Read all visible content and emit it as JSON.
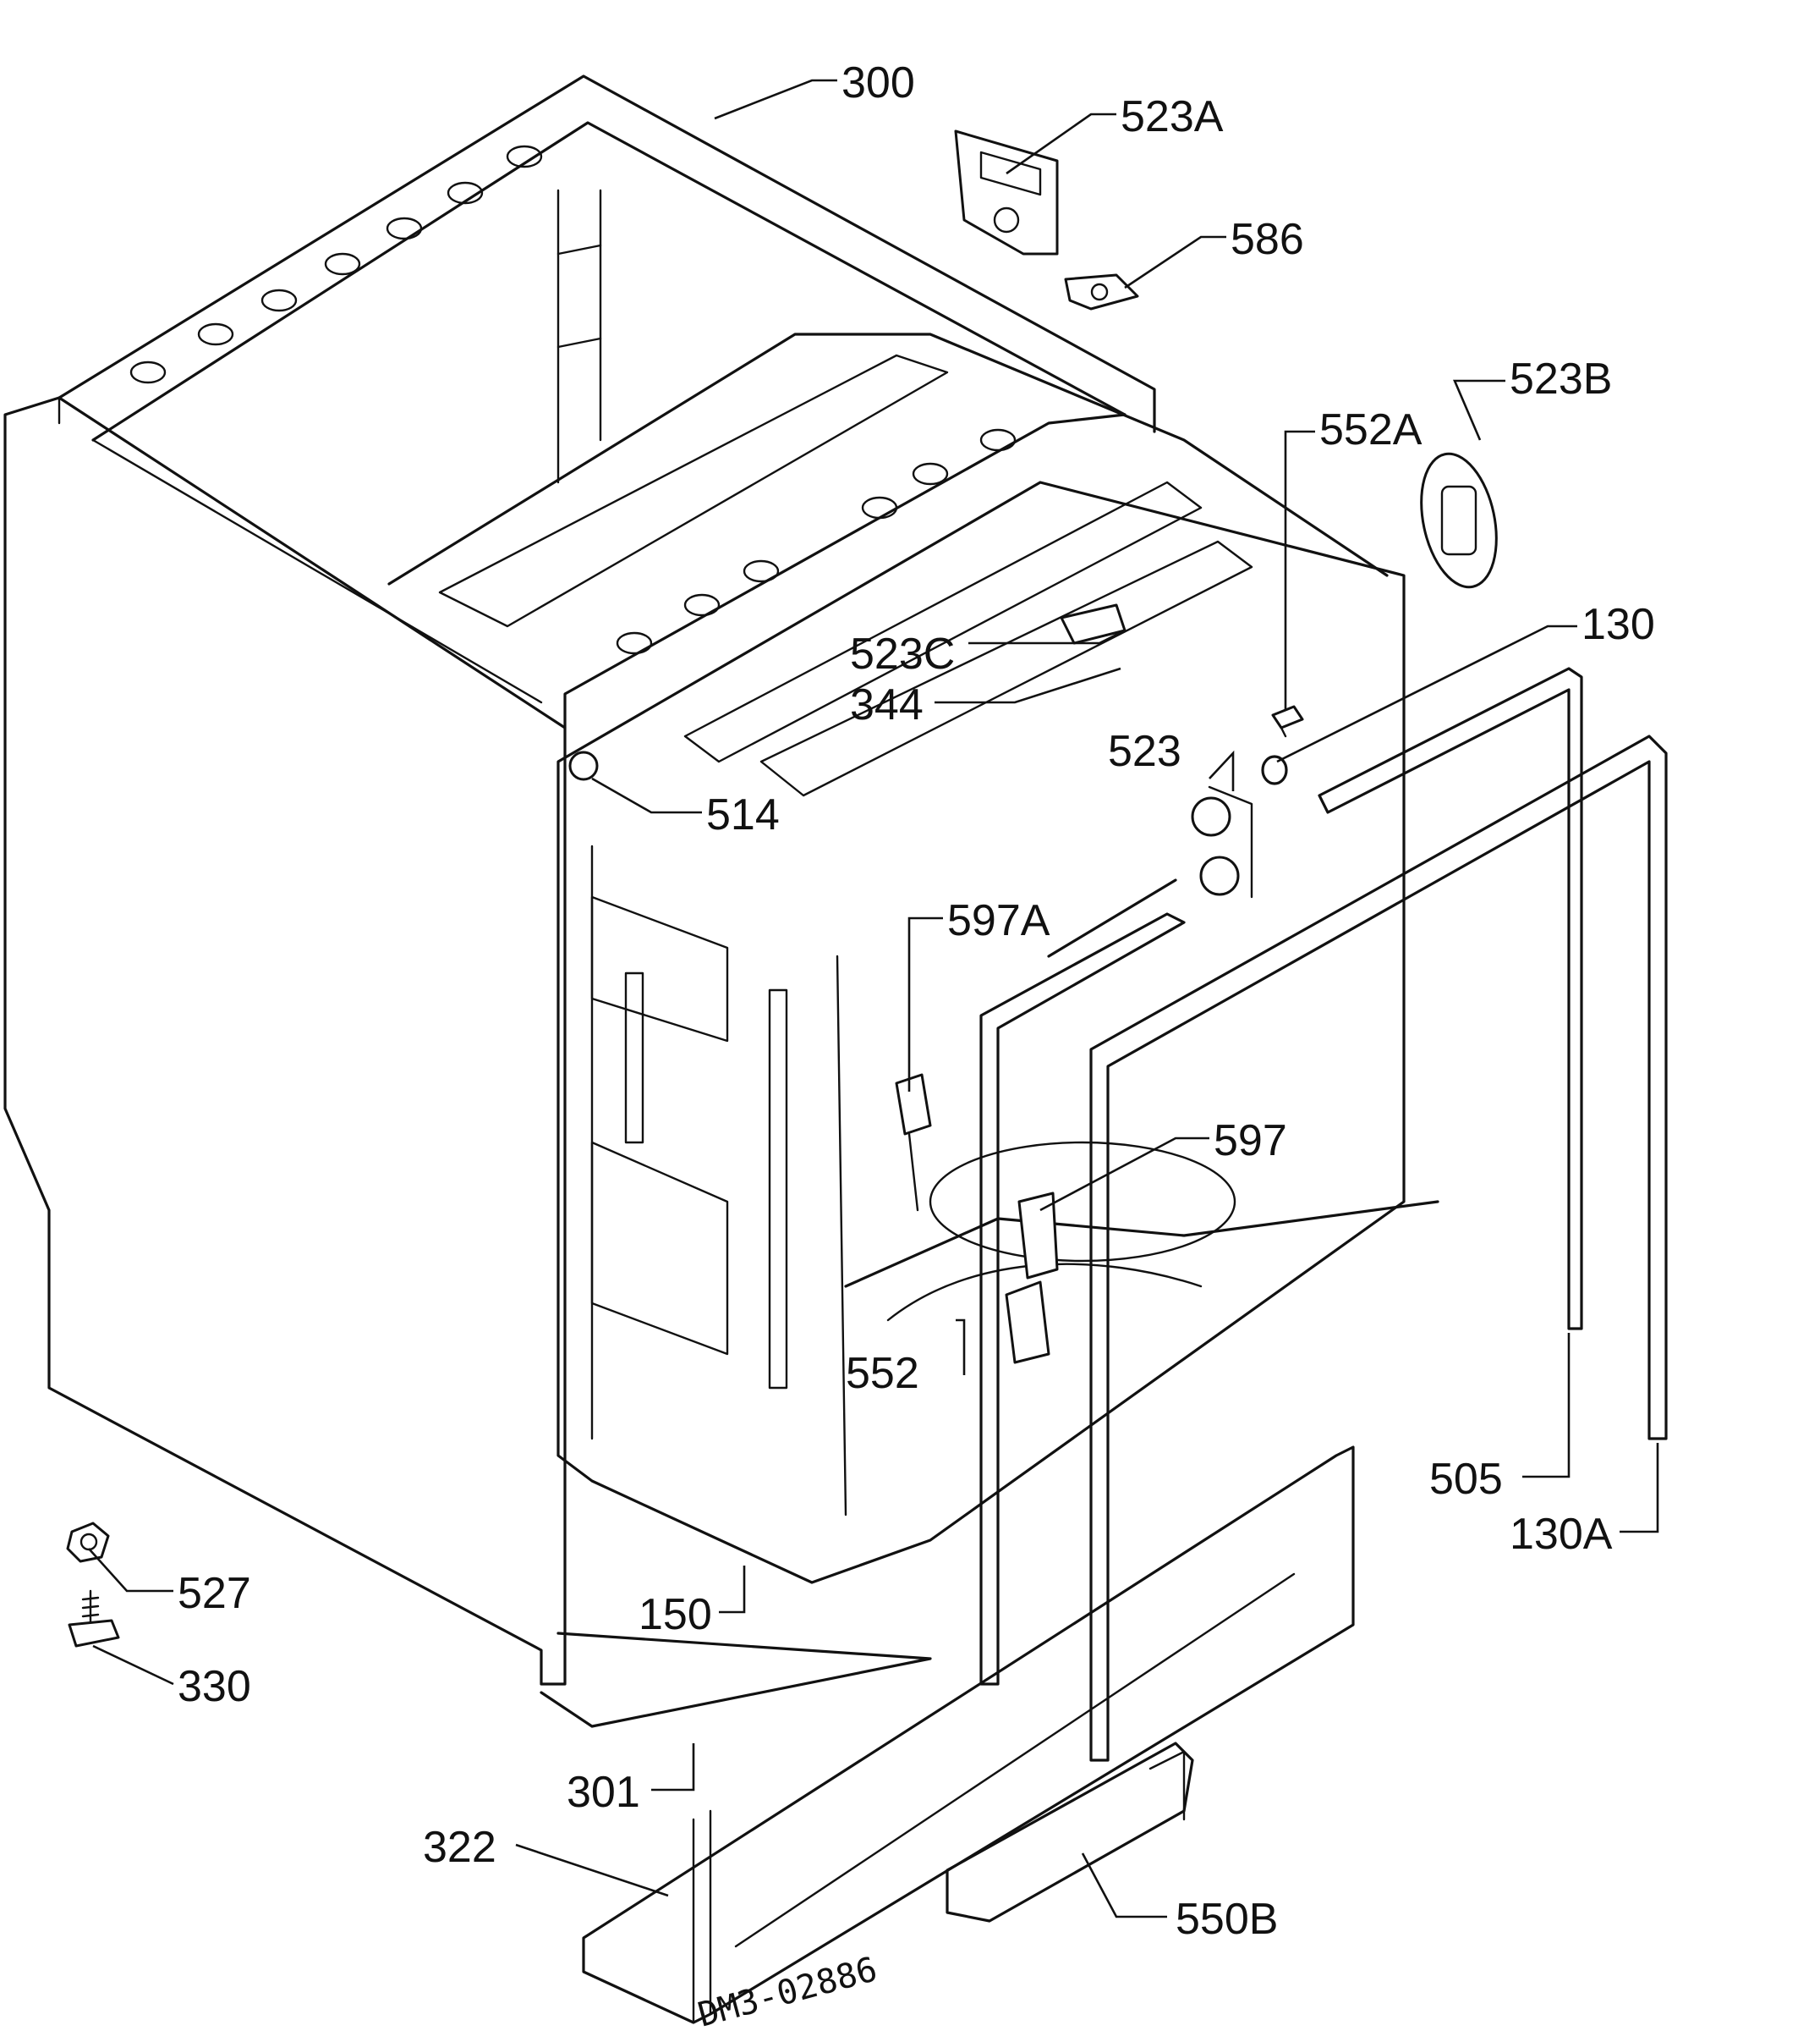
{
  "drawing_code": "DM3-02886",
  "callouts": {
    "c300": "300",
    "c523A": "523A",
    "c586": "586",
    "c523B": "523B",
    "c552A": "552A",
    "c130": "130",
    "c523C": "523C",
    "c344": "344",
    "c523": "523",
    "c514": "514",
    "c597A": "597A",
    "c597": "597",
    "c552": "552",
    "c505": "505",
    "c130A": "130A",
    "c527": "527",
    "c150": "150",
    "c330": "330",
    "c301": "301",
    "c322": "322",
    "c550B": "550B"
  }
}
